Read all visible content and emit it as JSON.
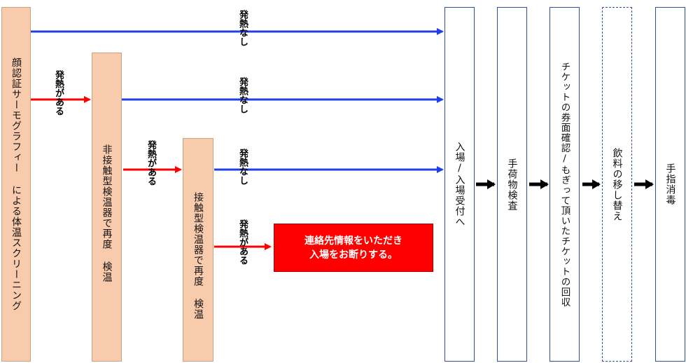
{
  "boxes": {
    "face": "顔認証サーモグラフィー による体温スクリーニング",
    "noncontact": "非接触型検温器で再度 検温",
    "contact": "接触型検温器で再度 検温",
    "entry": "入場/入場受付へ",
    "baggage": "手荷物検査",
    "ticket": "チケットの券面確認/もぎって頂いたチケットの回収",
    "drink": "飲料の移し替え",
    "sanitize": "手指消毒"
  },
  "labels": {
    "no_fever": "発熱なし",
    "fever": "発熱がある"
  },
  "refusal": {
    "line1": "連絡先情報をいただき",
    "line2": "入場をお断りする。"
  },
  "colors": {
    "blue_arrow": "#1f3fe8",
    "red_arrow": "#ff0000",
    "black_arrow": "#000000"
  }
}
